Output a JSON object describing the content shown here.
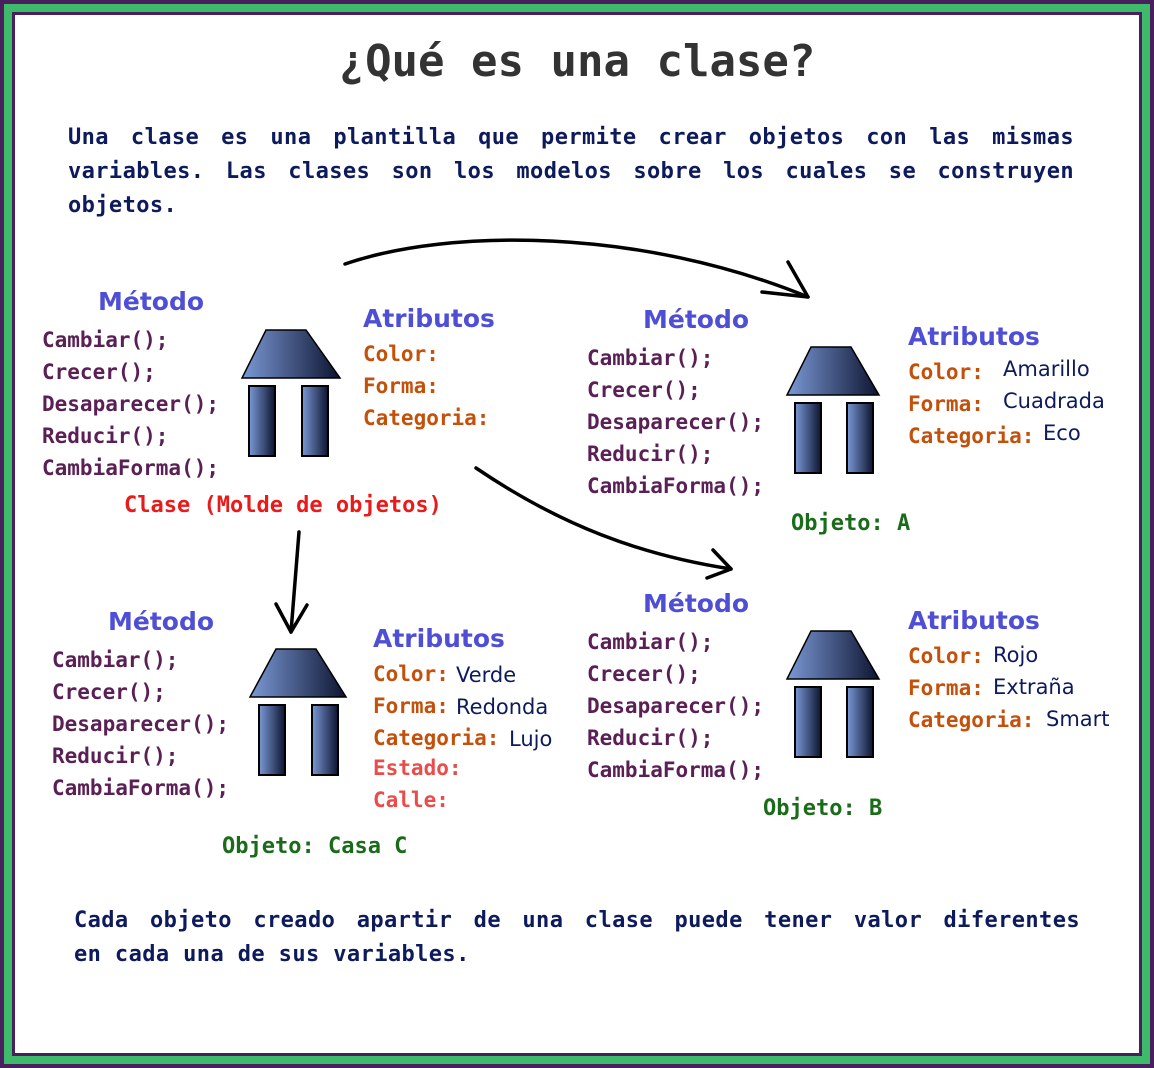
{
  "title": "¿Qué es una clase?",
  "intro": [
    "Una clase es una plantilla que permite crear objetos con las mismas",
    "variables. Las clases son los modelos sobre los cuales se construyen",
    "objetos."
  ],
  "method_heading": "Método",
  "attr_heading": "Atributos",
  "methods": [
    "Cambiar();",
    "Crecer();",
    "Desaparecer();",
    "Reducir();",
    "CambiaForma();"
  ],
  "attr_labels": {
    "color": "Color:",
    "forma": "Forma:",
    "categoria": "Categoria:",
    "estado": "Estado:",
    "calle": "Calle:"
  },
  "clase": {
    "caption": "Clase (Molde de objetos)"
  },
  "objeto_a": {
    "caption": "Objeto: A",
    "color": "Amarillo",
    "forma": "Cuadrada",
    "categoria": "Eco"
  },
  "objeto_b": {
    "caption": "Objeto: B",
    "color": "Rojo",
    "forma": "Extraña",
    "categoria": "Smart"
  },
  "objeto_c": {
    "caption": "Objeto: Casa C",
    "color": "Verde",
    "forma": "Redonda",
    "categoria": "Lujo"
  },
  "footer": [
    "Cada objeto creado apartir de una clase puede tener valor diferentes",
    "en cada una de sus variables."
  ],
  "colors": {
    "frame_green": "#3dba6a",
    "frame_purple": "#4a1f5e",
    "heading": "#4f4fd6",
    "method": "#5a1f55",
    "attr": "#c4510b",
    "value": "#0d1a5c",
    "caption_red": "#e81a1a",
    "caption_green": "#1a6b1a"
  }
}
